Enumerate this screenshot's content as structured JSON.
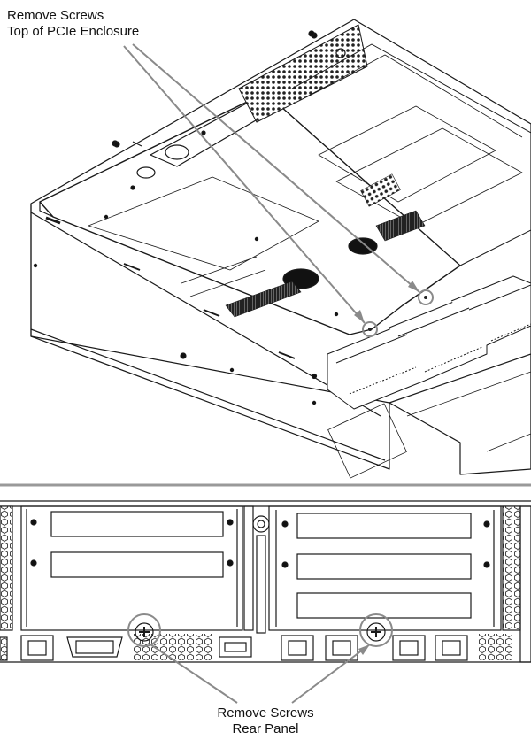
{
  "top_callout": {
    "line1": "Remove Screws",
    "line2": "Top of PCIe Enclosure"
  },
  "bottom_callout": {
    "line1": "Remove Screws",
    "line2": "Rear Panel"
  },
  "colors": {
    "line_art": "#1a1a1a",
    "callout_gray": "#8a8a8a",
    "divider": "#999999",
    "background": "#ffffff"
  }
}
